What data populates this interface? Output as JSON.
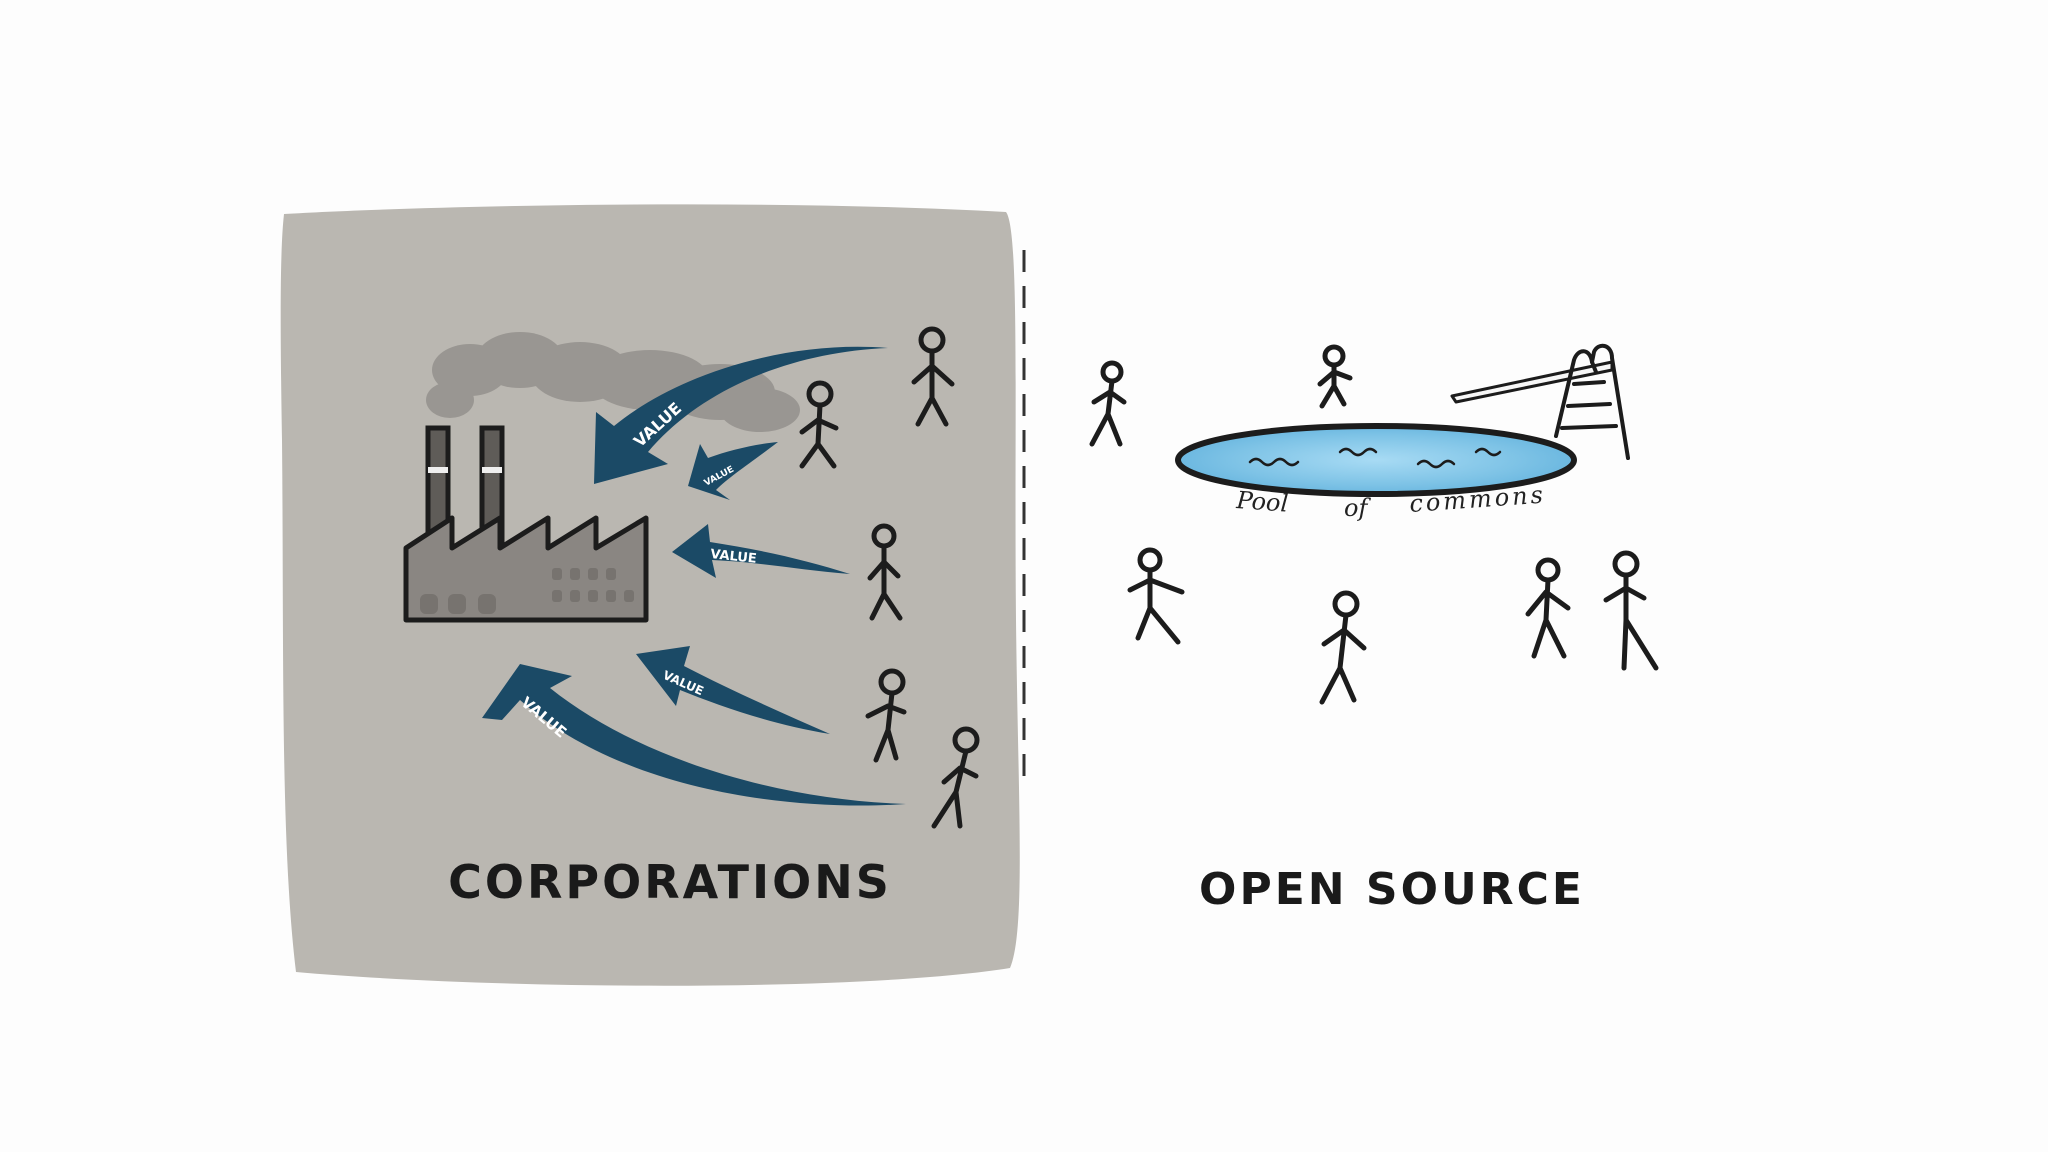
{
  "diagram": {
    "left_panel": {
      "caption": "CORPORATIONS",
      "arrow_labels": [
        "VALUE",
        "VALUE",
        "VALUE",
        "VALUE",
        "VALUE"
      ]
    },
    "right_panel": {
      "caption": "OPEN SOURCE",
      "pool_label_words": [
        "Pool",
        "of",
        "commons"
      ]
    },
    "colors": {
      "background": "#fdfdfd",
      "corporate_panel": "#bab7b1",
      "value_arrow": "#1b4a66",
      "smoke": "#8f8c88",
      "factory": "#8a8682",
      "pool_water": "#7ec3e6",
      "ink": "#1c1c1c"
    },
    "icons": [
      "factory-icon",
      "smoke-icon",
      "stick-figure-icon",
      "value-arrow-icon",
      "swimming-pool-icon",
      "diving-board-icon",
      "pool-ladder-icon"
    ]
  }
}
